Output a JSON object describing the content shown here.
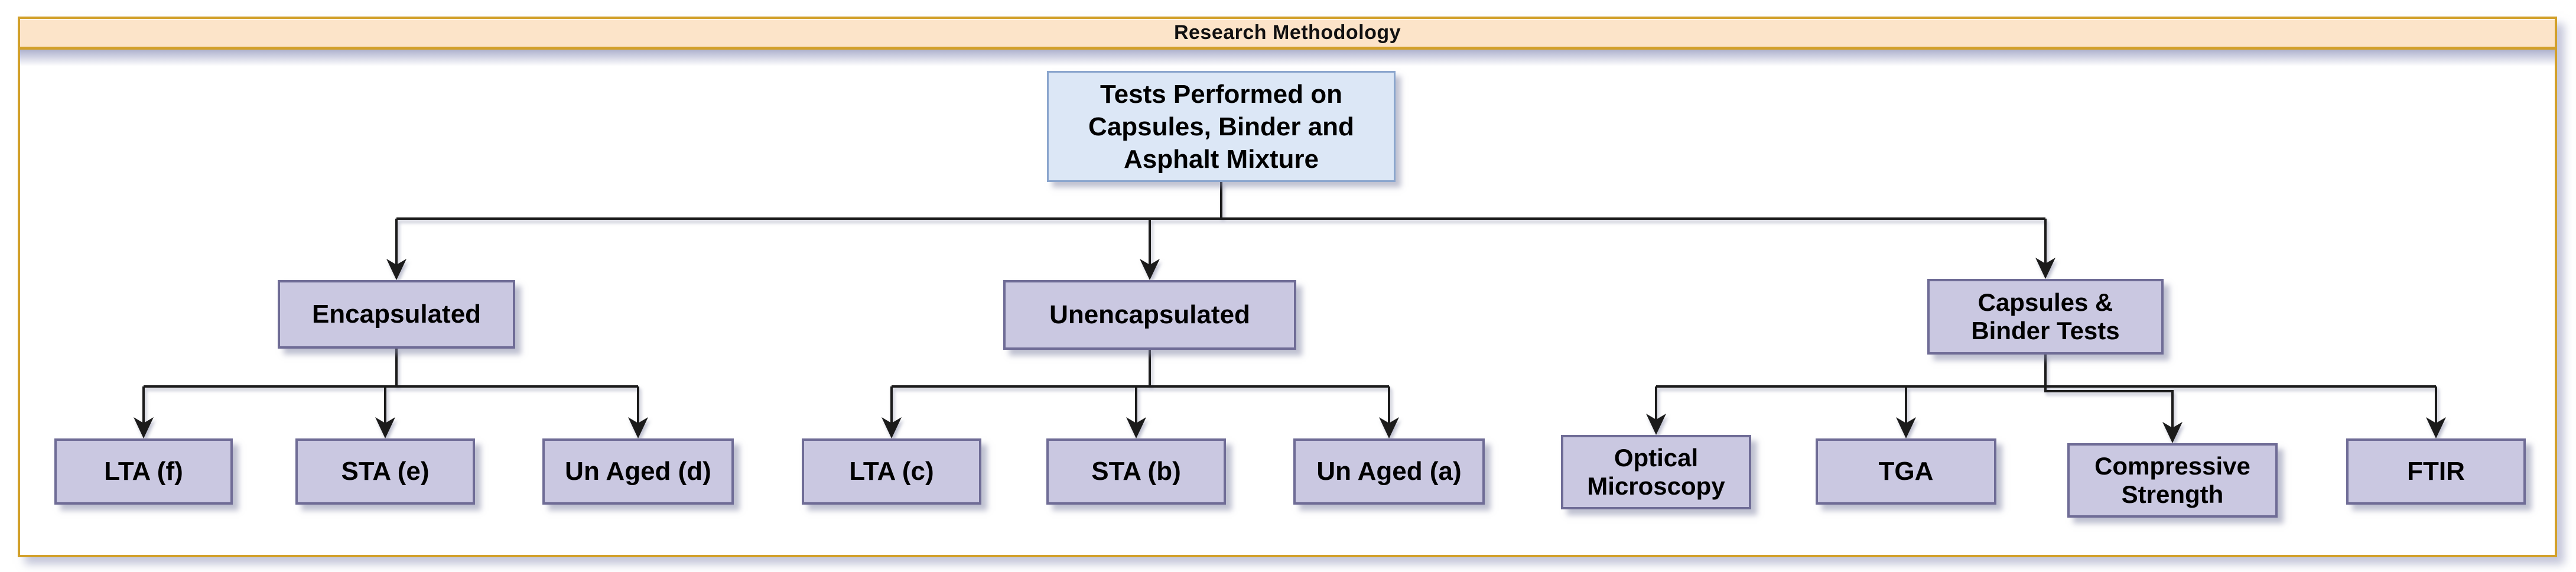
{
  "header": {
    "title": "Research Methodology"
  },
  "colors": {
    "header_bg": "#FCE4C9",
    "gold_border": "#D2A02A",
    "root_fill": "#DCE7F6",
    "root_border": "#8AA5CD",
    "node_fill": "#CAC8E1",
    "node_border": "#6F6C96",
    "connector": "#1B1B1B",
    "text": "#000000"
  },
  "tree": {
    "root": {
      "label": "Tests Performed on\nCapsules, Binder and\nAsphalt Mixture"
    },
    "branches": [
      {
        "label": "Encapsulated",
        "children": [
          {
            "label": "LTA (f)"
          },
          {
            "label": "STA (e)"
          },
          {
            "label": "Un Aged (d)"
          }
        ]
      },
      {
        "label": "Unencapsulated",
        "children": [
          {
            "label": "LTA (c)"
          },
          {
            "label": "STA (b)"
          },
          {
            "label": "Un Aged (a)"
          }
        ]
      },
      {
        "label": "Capsules &\nBinder Tests",
        "children": [
          {
            "label": "Optical\nMicroscopy"
          },
          {
            "label": "TGA"
          },
          {
            "label": "Compressive\nStrength"
          },
          {
            "label": "FTIR"
          }
        ]
      }
    ]
  }
}
